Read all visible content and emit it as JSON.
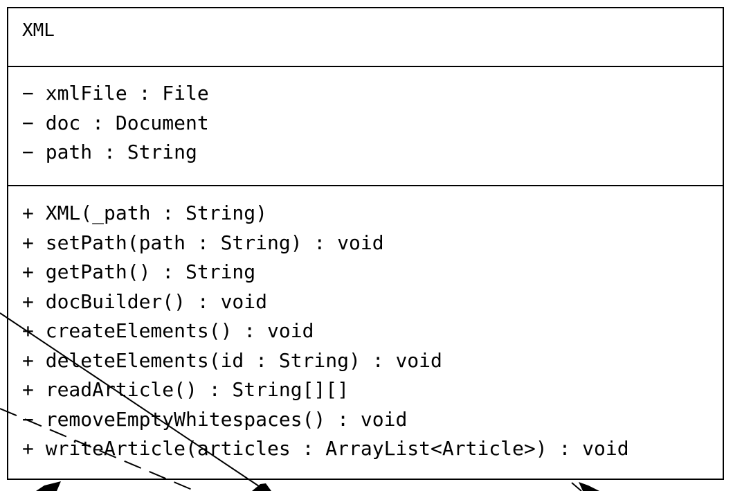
{
  "class_box": {
    "name": "XML",
    "attributes": [
      "− xmlFile : File",
      "− doc : Document",
      "− path : String"
    ],
    "operations": [
      "+ XML(_path : String)",
      "+ setPath(path : String) : void",
      "+ getPath() : String",
      "+ docBuilder() : void",
      "+ createElements() : void",
      "+ deleteElements(id : String) : void",
      "+ readArticle() : String[][]",
      "− removeEmptyWhitespaces() : void",
      "+ writeArticle(articles : ArrayList<Article>) : void"
    ]
  },
  "colors": {
    "line": "#000000",
    "background": "#ffffff"
  }
}
